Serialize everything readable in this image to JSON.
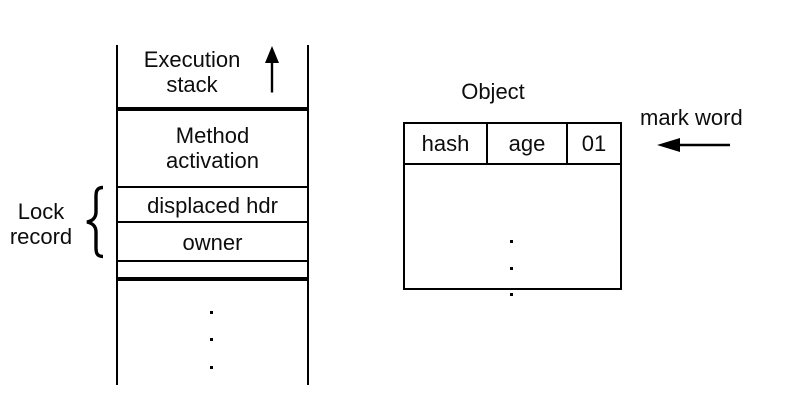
{
  "colors": {
    "line": "#000000",
    "text": "#0d0d0d",
    "background": "#ffffff"
  },
  "stack": {
    "title_line1": "Execution",
    "title_line2": "stack",
    "method_activation_line1": "Method",
    "method_activation_line2": "activation",
    "displaced_hdr": "displaced hdr",
    "owner": "owner"
  },
  "lock_record": {
    "label_line1": "Lock",
    "label_line2": "record"
  },
  "object": {
    "title": "Object",
    "header_cells": [
      "hash",
      "age",
      "01"
    ],
    "mark_word_label": "mark word"
  },
  "icons": {
    "up_arrow": "stack-growth-up-arrow",
    "left_arrow": "mark-word-pointer-arrow",
    "brace": "lock-record-brace",
    "stack_ellipsis": "vertical-dots",
    "object_ellipsis": "vertical-dots"
  }
}
